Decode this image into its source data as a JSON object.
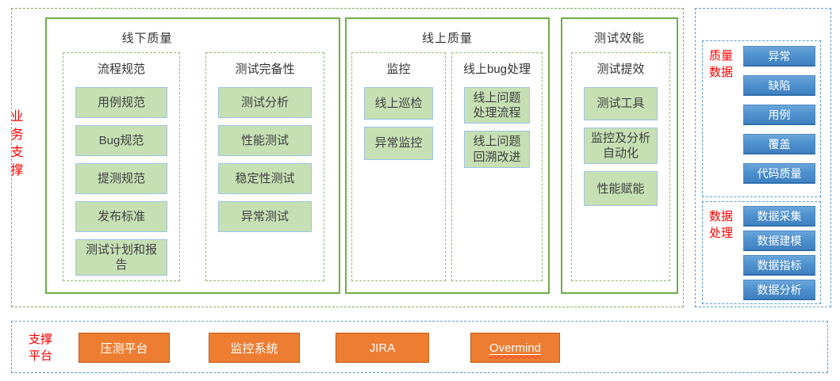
{
  "palette": {
    "section_border_green": "#70AD47",
    "group_dashed_green": "#8CBE68",
    "outer_dashed_green": "#7CB050",
    "item_fill_green": "#C6E0B4",
    "item_border_blue": "#9DC3E6",
    "panel_dashed_blue": "#5B9BD5",
    "data_button_blue": "#4F92CE",
    "platform_button_orange": "#ED7D31",
    "platform_button_border": "#C05B17",
    "label_red": "#FF0000"
  },
  "left_label": "业务支撑",
  "sections": [
    {
      "title": "线下质量",
      "groups": [
        {
          "title": "流程规范",
          "items": [
            "用例规范",
            "Bug规范",
            "提测规范",
            "发布标准",
            "测试计划和报告"
          ]
        },
        {
          "title": "测试完备性",
          "items": [
            "测试分析",
            "性能测试",
            "稳定性测试",
            "异常测试"
          ]
        }
      ]
    },
    {
      "title": "线上质量",
      "groups": [
        {
          "title": "监控",
          "items": [
            "线上巡检",
            "异常监控"
          ]
        },
        {
          "title": "线上bug处理",
          "items": [
            "线上问题处理流程",
            "线上问题回溯改进"
          ]
        }
      ]
    },
    {
      "title": "测试效能",
      "groups": [
        {
          "title": "测试提效",
          "items": [
            "测试工具",
            "监控及分析自动化",
            "性能赋能"
          ]
        }
      ]
    }
  ],
  "right_panel": {
    "sections": [
      {
        "label": "质量数据",
        "items": [
          "异常",
          "缺陷",
          "用例",
          "覆盖",
          "代码质量"
        ]
      },
      {
        "label": "数据处理",
        "items": [
          "数据采集",
          "数据建模",
          "数据指标",
          "数据分析"
        ]
      }
    ]
  },
  "bottom_panel": {
    "label": "支撑平台",
    "items": [
      "压测平台",
      "监控系统",
      "JIRA",
      "Overmind"
    ]
  }
}
